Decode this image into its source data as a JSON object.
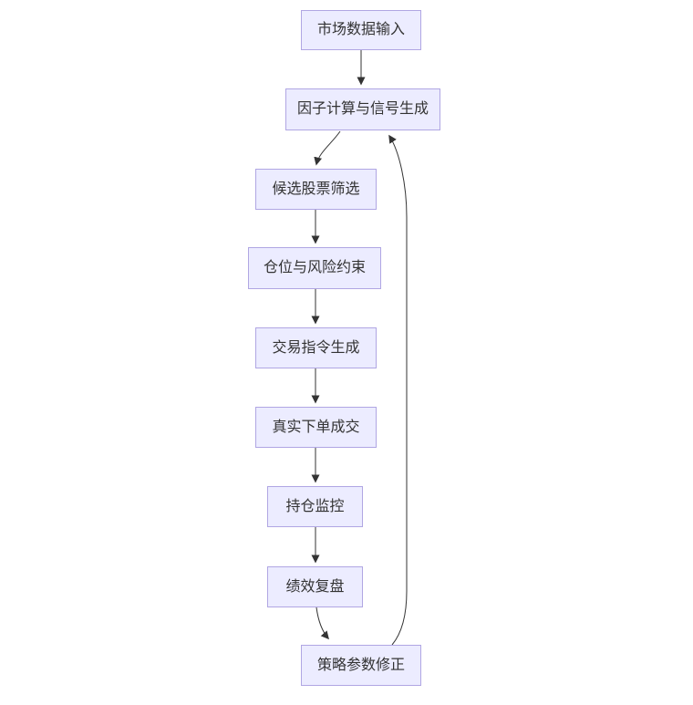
{
  "diagram": {
    "type": "flowchart",
    "direction": "top-down",
    "theme": {
      "node_fill": "#ECECFF",
      "node_border": "#B0A6E3",
      "edge_color": "#333333",
      "text_color": "#333333",
      "background": "#FFFFFF"
    },
    "nodes": [
      {
        "id": "market-data-input",
        "label": "市场数据输入"
      },
      {
        "id": "factor-signal-gen",
        "label": "因子计算与信号生成"
      },
      {
        "id": "candidate-screening",
        "label": "候选股票筛选"
      },
      {
        "id": "position-risk-limits",
        "label": "仓位与风险约束"
      },
      {
        "id": "trade-order-gen",
        "label": "交易指令生成"
      },
      {
        "id": "real-order-execution",
        "label": "真实下单成交"
      },
      {
        "id": "position-monitoring",
        "label": "持仓监控"
      },
      {
        "id": "performance-review",
        "label": "绩效复盘"
      },
      {
        "id": "strategy-param-fix",
        "label": "策略参数修正"
      }
    ],
    "edges": [
      {
        "from": "市场数据输入",
        "to": "因子计算与信号生成"
      },
      {
        "from": "因子计算与信号生成",
        "to": "候选股票筛选"
      },
      {
        "from": "候选股票筛选",
        "to": "仓位与风险约束"
      },
      {
        "from": "仓位与风险约束",
        "to": "交易指令生成"
      },
      {
        "from": "交易指令生成",
        "to": "真实下单成交"
      },
      {
        "from": "真实下单成交",
        "to": "持仓监控"
      },
      {
        "from": "持仓监控",
        "to": "绩效复盘"
      },
      {
        "from": "绩效复盘",
        "to": "策略参数修正"
      },
      {
        "from": "策略参数修正",
        "to": "因子计算与信号生成",
        "kind": "feedback-loop"
      }
    ]
  }
}
